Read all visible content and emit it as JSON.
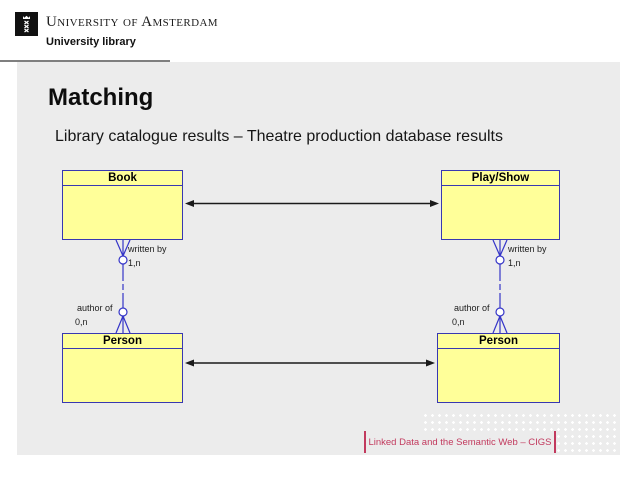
{
  "header": {
    "university": "University of Amsterdam",
    "unit": "University library",
    "logo_icon": "uva-crest-icon"
  },
  "slide": {
    "title": "Matching",
    "subtitle": "Library catalogue results – Theatre production database results"
  },
  "diagram": {
    "entities": [
      {
        "name": "Book"
      },
      {
        "name": "Play/Show"
      },
      {
        "name": "Person"
      },
      {
        "name": "Person"
      }
    ],
    "left_relationship": {
      "verb": "written by",
      "verb_cardinality": "1,n",
      "role": "author of",
      "role_cardinality": "0,n"
    },
    "right_relationship": {
      "verb": "written by",
      "verb_cardinality": "1,n",
      "role": "author of",
      "role_cardinality": "0,n"
    }
  },
  "footer": {
    "caption": "Linked Data and the Semantic Web – CIGS"
  },
  "colors": {
    "slide_bg": "#ececec",
    "entity_fill": "#ffff99",
    "entity_border": "#3838b2",
    "line_blue": "#3535c8",
    "arrow": "#1a1a1a",
    "accent": "#c23a5e"
  }
}
